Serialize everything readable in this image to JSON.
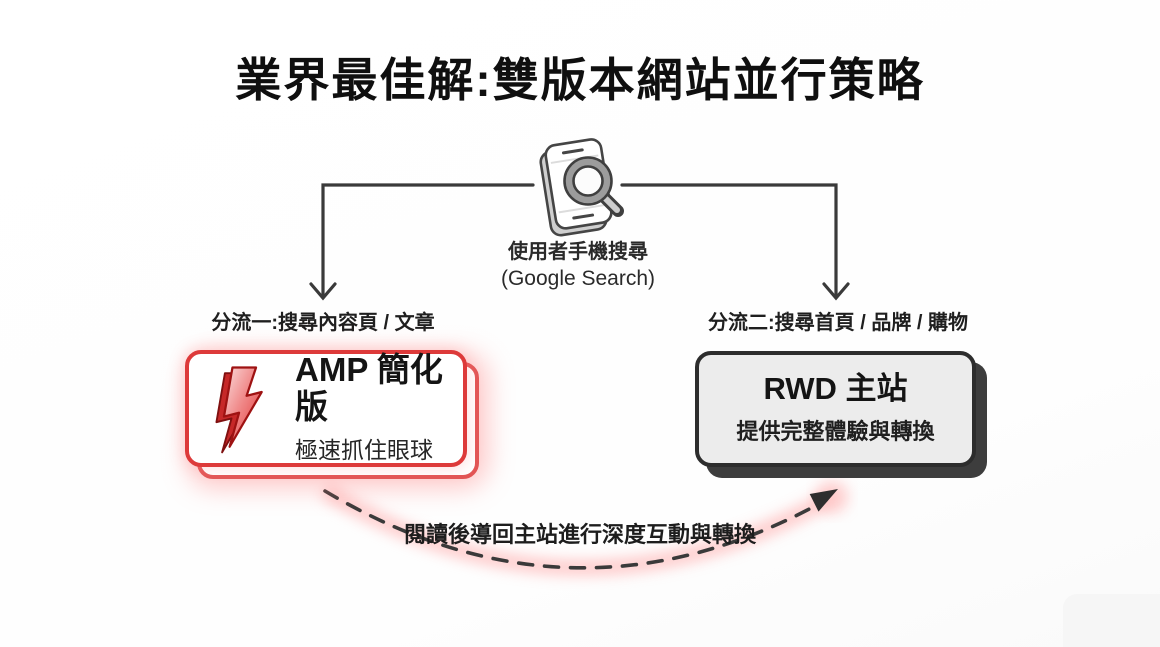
{
  "title": "業界最佳解:雙版本網站並行策略",
  "source": {
    "icon": "phone-search-icon",
    "line1": "使用者手機搜尋",
    "line2": "(Google Search)"
  },
  "branches": {
    "left": {
      "label": "分流一:搜尋內容頁 / 文章"
    },
    "right": {
      "label": "分流二:搜尋首頁 / 品牌 / 購物"
    }
  },
  "cards": {
    "amp": {
      "icon": "lightning-bolt-icon",
      "title": "AMP 簡化版",
      "subtitle": "極速抓住眼球",
      "accent_color": "#dd3a3a",
      "background": "#ffffff"
    },
    "rwd": {
      "title": "RWD 主站",
      "subtitle": "提供完整體驗與轉換",
      "accent_color": "#2d2d2d",
      "background": "#ececec"
    }
  },
  "flow_note": {
    "label": "閱讀後導回主站進行深度互動與轉換"
  },
  "colors": {
    "connector": "#3a3a3a",
    "red_glow": "#ff9e9e",
    "text_primary": "#1a1a1a"
  }
}
